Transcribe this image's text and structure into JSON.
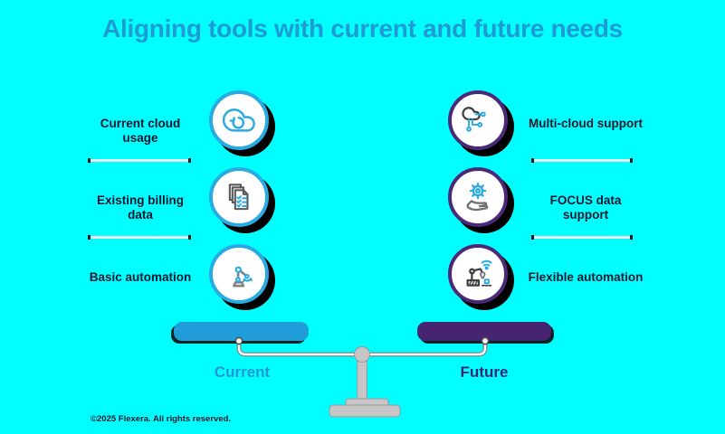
{
  "title": "Aligning tools with current and future needs",
  "left_column": {
    "scale_label": "Current",
    "items": [
      {
        "label": "Current cloud usage",
        "icon": "cloud-refresh-icon"
      },
      {
        "label": "Existing billing data",
        "icon": "billing-documents-icon"
      },
      {
        "label": "Basic automation",
        "icon": "robot-arm-icon"
      }
    ]
  },
  "right_column": {
    "scale_label": "Future",
    "items": [
      {
        "label": "Multi-cloud support",
        "icon": "multi-cloud-network-icon"
      },
      {
        "label": "FOCUS data support",
        "icon": "gear-hand-icon"
      },
      {
        "label": "Flexible automation",
        "icon": "robot-arm-wifi-icon"
      }
    ]
  },
  "footer": {
    "copyright": "©2025 Flexera. All rights reserved."
  },
  "colors": {
    "background": "#00FFFF",
    "title_text": "#1E9AD6",
    "item_label_text": "#15152F",
    "current_accent": "#29ABE2",
    "current_pan": "#1E9DD8",
    "current_label": "#2396D5",
    "future_accent": "#4B2878",
    "future_pan": "#46246F",
    "future_label": "#3A2670",
    "metal_gray": "#C6C6C6",
    "shadow": "#000000"
  }
}
